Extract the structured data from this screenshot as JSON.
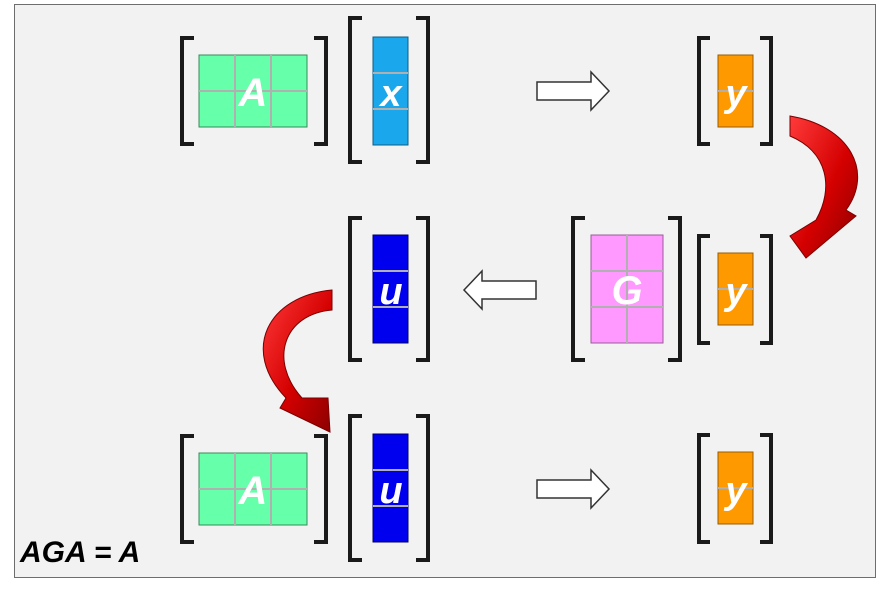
{
  "matrices": {
    "A": "A",
    "x": "x",
    "y": "y",
    "G": "G",
    "u": "u"
  },
  "colors": {
    "A": "#66ffaa",
    "x": "#1aa7ec",
    "y": "#ff9900",
    "G": "#ff99ff",
    "u": "#0000ee",
    "curved_arrow": "#dd0000",
    "grid": "#b0b0b0",
    "background": "#f2f2f2"
  },
  "caption": "AGA = A"
}
